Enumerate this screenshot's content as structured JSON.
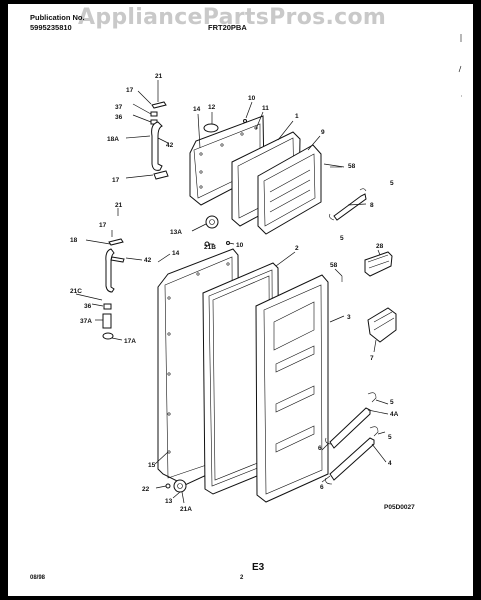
{
  "header": {
    "publication_label": "Publication No.",
    "publication_number": "5995235810",
    "model": "FRT20PBA",
    "watermark": "AppliancePartsPros.com"
  },
  "footer": {
    "date": "08/98",
    "page": "2",
    "section": "E3"
  },
  "diagram_id": "P05D0027",
  "callouts": [
    "21",
    "17",
    "37",
    "36",
    "18A",
    "42",
    "17",
    "14",
    "12",
    "10",
    "11",
    "1",
    "9",
    "58",
    "5",
    "8",
    "17",
    "21",
    "13A",
    "21B",
    "10",
    "18",
    "42",
    "14",
    "5",
    "2",
    "28",
    "58",
    "21C",
    "3",
    "36",
    "37A",
    "17A",
    "7",
    "15",
    "5",
    "4A",
    "6",
    "5",
    "4",
    "22",
    "13",
    "21A",
    "6"
  ]
}
